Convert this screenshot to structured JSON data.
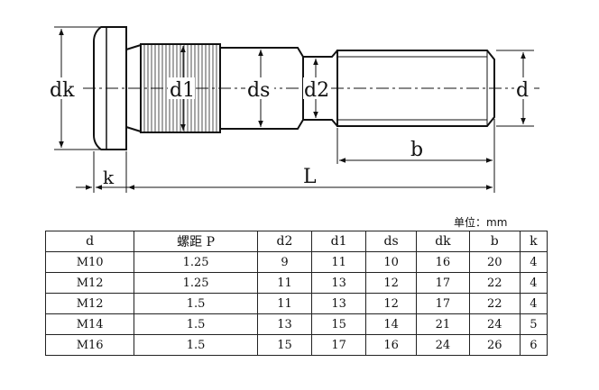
{
  "drawing": {
    "labels": {
      "dk": "dk",
      "d1": "d1",
      "ds": "ds",
      "d2": "d2",
      "d": "d",
      "b": "b",
      "k": "k",
      "L": "L"
    }
  },
  "unit_label": "单位：mm",
  "table": {
    "headers": [
      "d",
      "螺距 P",
      "d2",
      "d1",
      "ds",
      "dk",
      "b",
      "k"
    ],
    "rows": [
      [
        "M10",
        "1.25",
        "9",
        "11",
        "10",
        "16",
        "20",
        "4"
      ],
      [
        "M12",
        "1.25",
        "11",
        "13",
        "12",
        "17",
        "22",
        "4"
      ],
      [
        "M12",
        "1.5",
        "11",
        "13",
        "12",
        "17",
        "22",
        "4"
      ],
      [
        "M14",
        "1.5",
        "13",
        "15",
        "14",
        "21",
        "24",
        "5"
      ],
      [
        "M16",
        "1.5",
        "15",
        "17",
        "16",
        "24",
        "26",
        "6"
      ]
    ]
  }
}
